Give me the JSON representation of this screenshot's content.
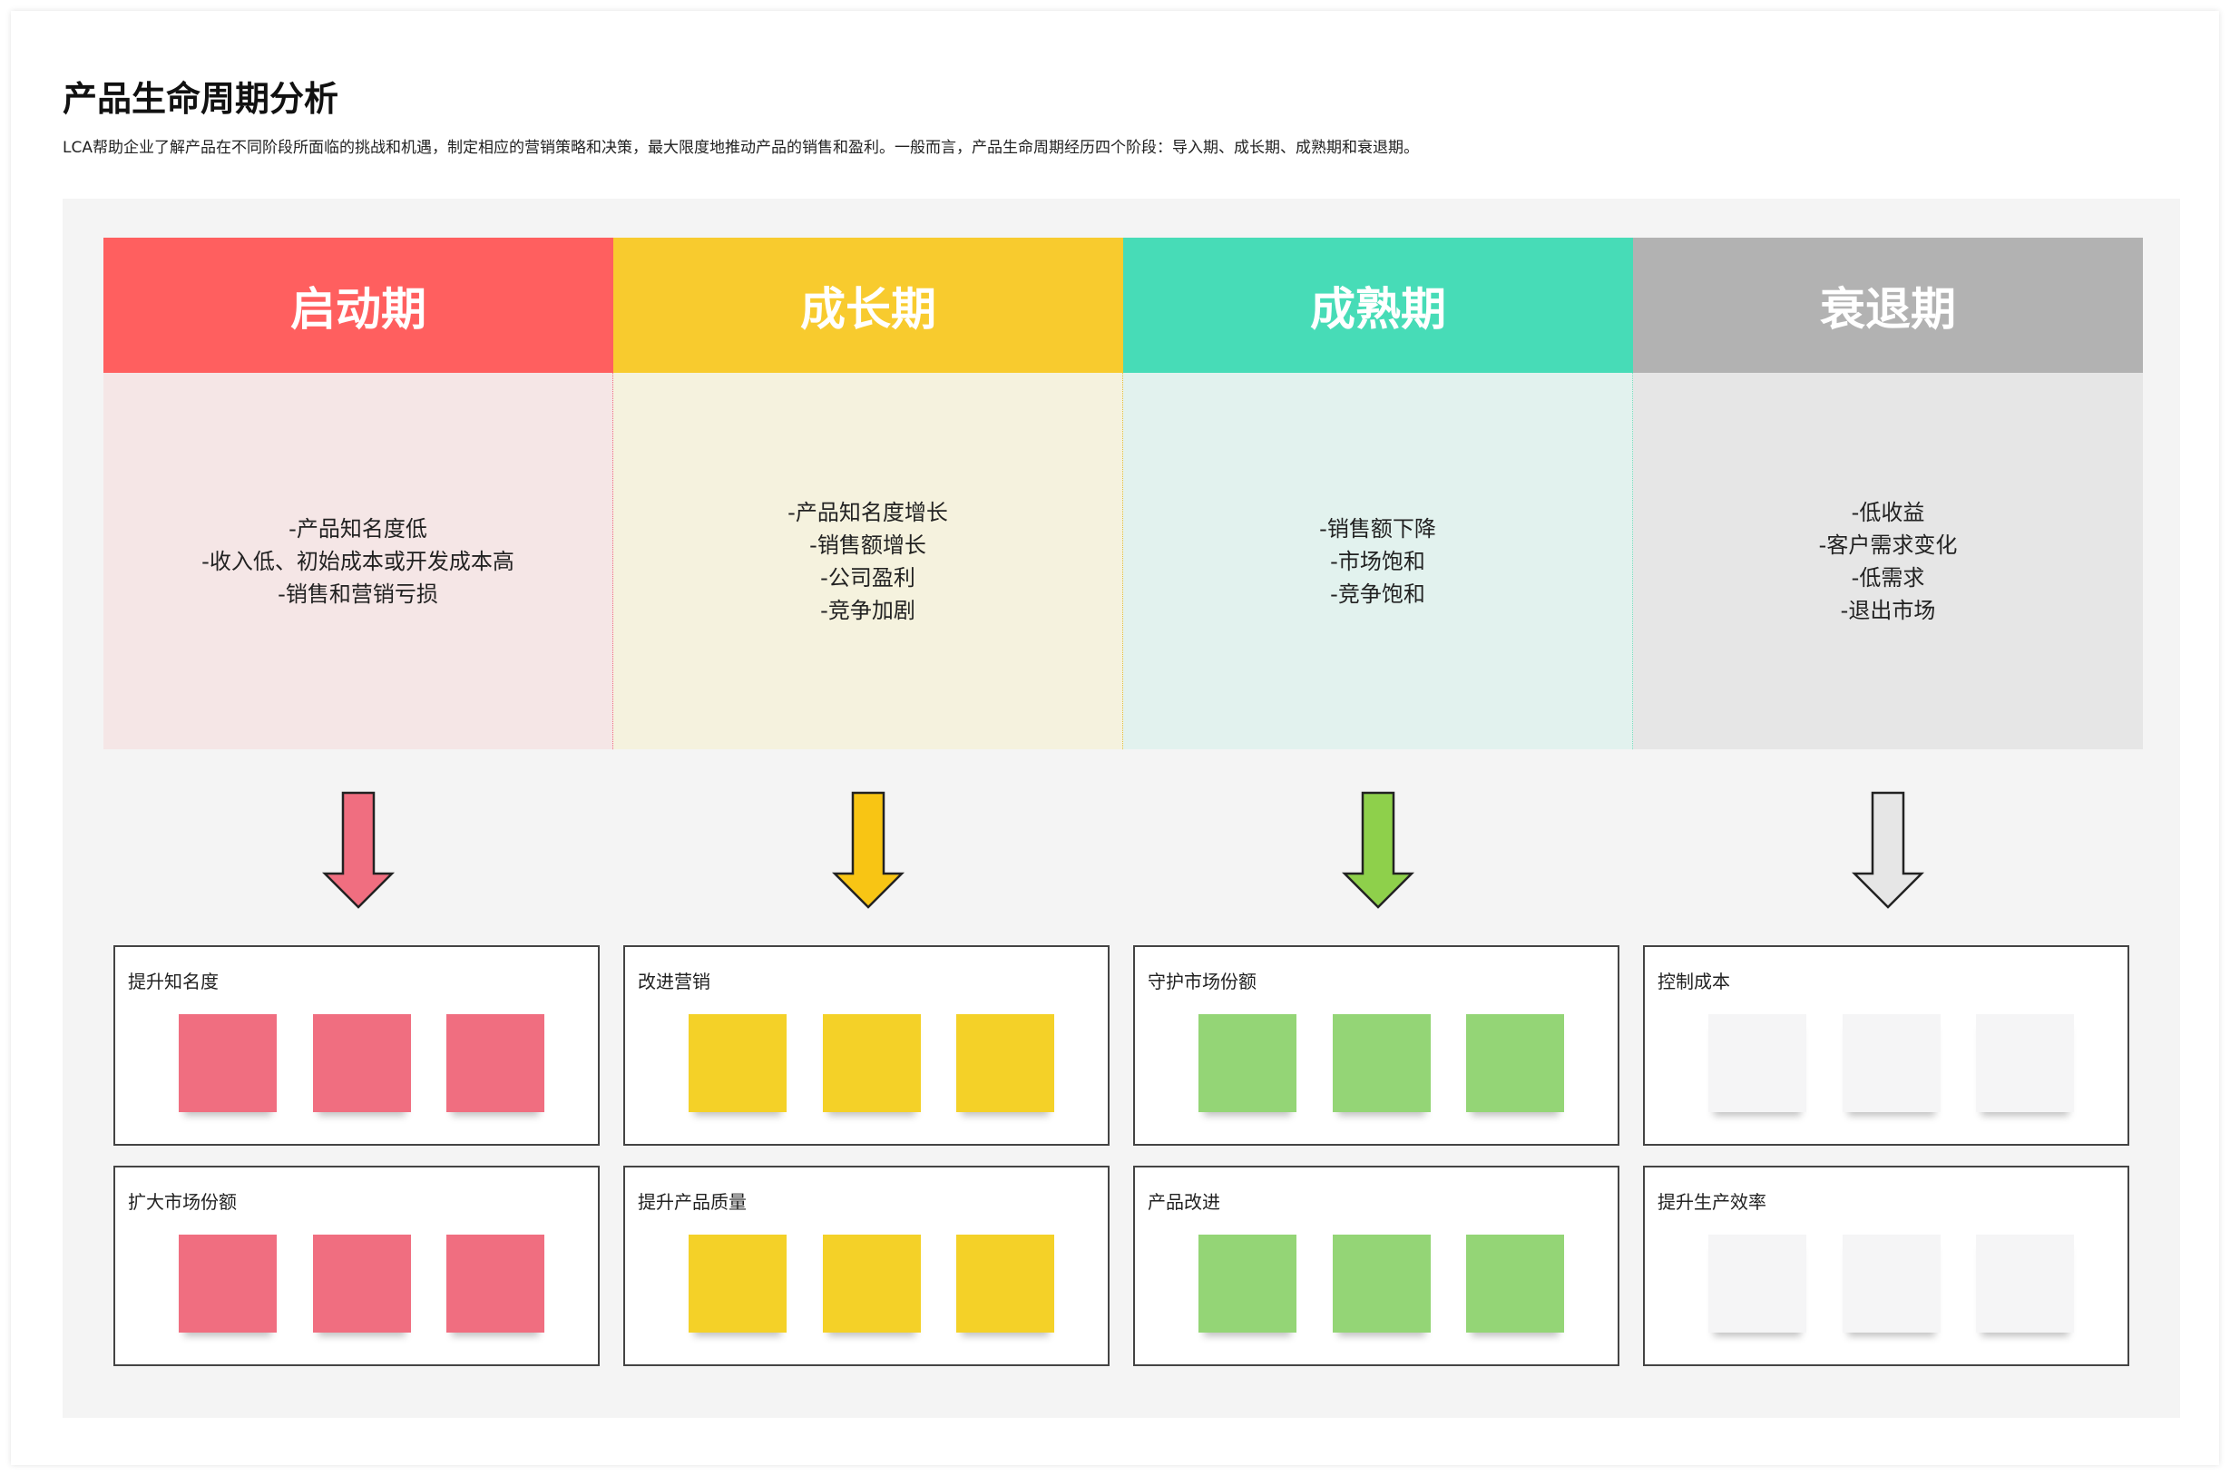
{
  "title": "产品生命周期分析",
  "description": "LCA帮助企业了解产品在不同阶段所面临的挑战和机遇，制定相应的营销策略和决策，最大限度地推动产品的销售和盈利。一般而言，产品生命周期经历四个阶段：导入期、成长期、成熟期和衰退期。",
  "stages": [
    {
      "name": "启动期",
      "color": "#FF5F5F",
      "bg": "#F5E6E6",
      "arrow": "#F06E80",
      "note": "#F06E80",
      "points": [
        "-产品知名度低",
        "-收入低、初始成本或开发成本高",
        "-销售和营销亏损"
      ],
      "strategies": [
        "提升知名度",
        "扩大市场份额"
      ]
    },
    {
      "name": "成长期",
      "color": "#F8CB2E",
      "bg": "#F5F2DE",
      "arrow": "#F8C514",
      "note": "#F4D128",
      "points": [
        "-产品知名度增长",
        "-销售额增长",
        "-公司盈利",
        "-竞争加剧"
      ],
      "strategies": [
        "改进营销",
        "提升产品质量"
      ]
    },
    {
      "name": "成熟期",
      "color": "#47DCB7",
      "bg": "#E2F2EE",
      "arrow": "#8ED04B",
      "note": "#94D576",
      "points": [
        "-销售额下降",
        "-市场饱和",
        "-竞争饱和"
      ],
      "strategies": [
        "守护市场份额",
        "产品改进"
      ]
    },
    {
      "name": "衰退期",
      "color": "#B2B2B2",
      "bg": "#E6E6E6",
      "arrow": "#E6E6E6",
      "note": "#F5F5F6",
      "points": [
        "-低收益",
        "-客户需求变化",
        "-低需求",
        "-退出市场"
      ],
      "strategies": [
        "控制成本",
        "提升生产效率"
      ]
    }
  ]
}
